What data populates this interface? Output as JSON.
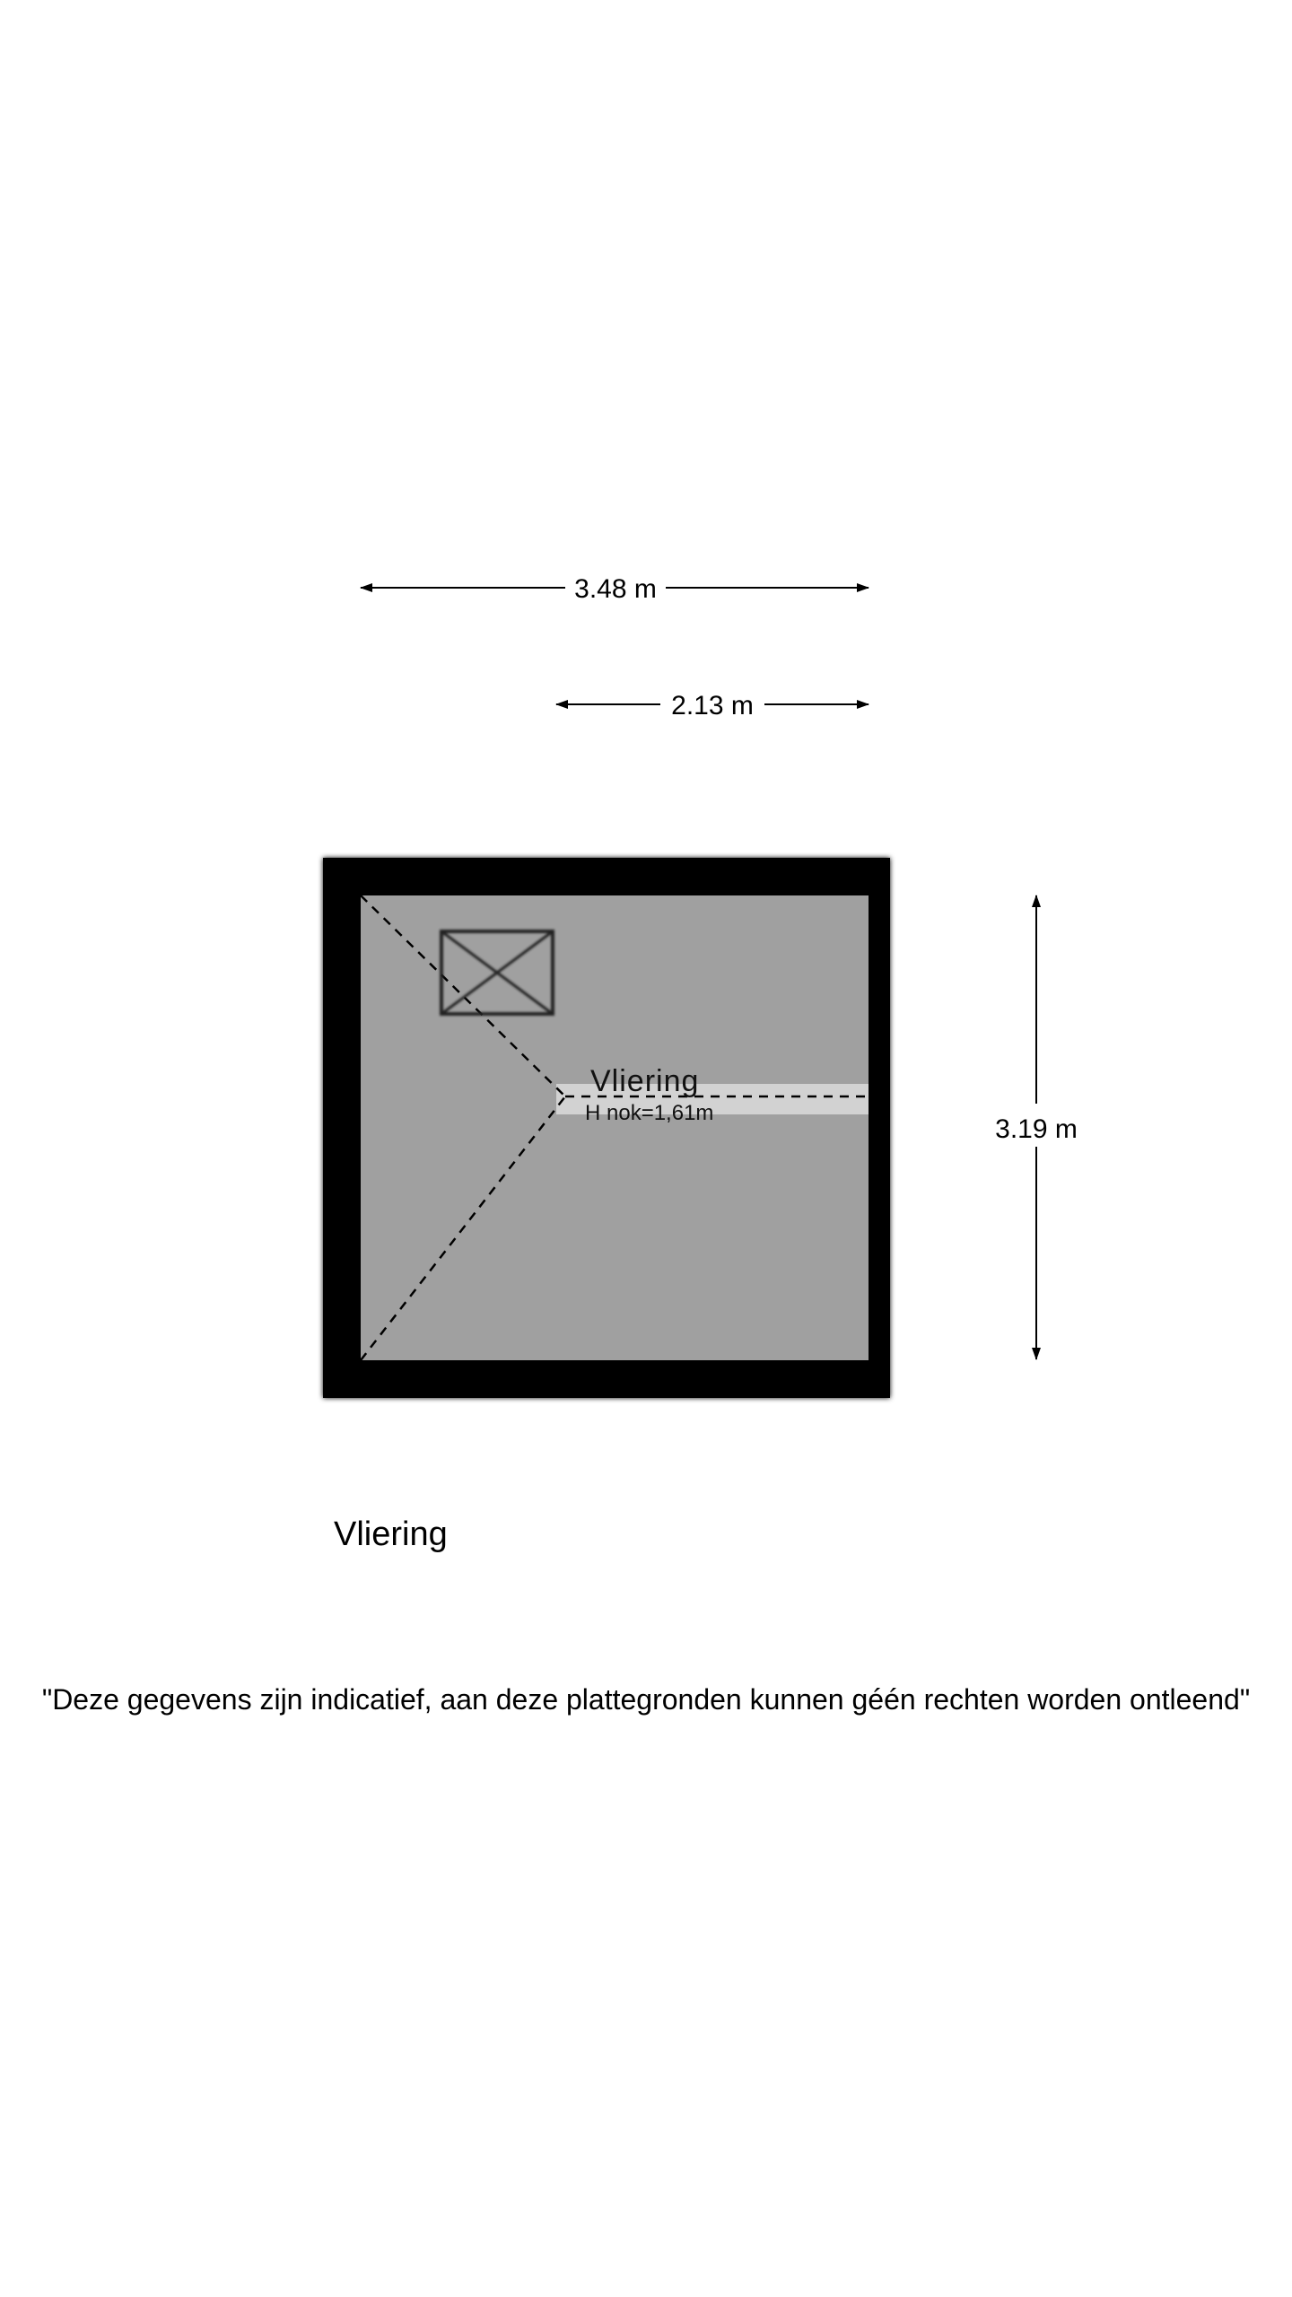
{
  "dimensions": {
    "top_width": "3.48 m",
    "inner_width": "2.13 m",
    "height": "3.19 m"
  },
  "room": {
    "name": "Vliering",
    "ridge_height": "H nok=1,61m"
  },
  "floor_title": "Vliering",
  "disclaimer": "\"Deze gegevens zijn indicatief, aan deze plattegronden kunnen géén rechten worden ontleend\"",
  "colors": {
    "wall": "#000000",
    "floor": "#a0a0a0",
    "ridge_band": "#d2d2d2",
    "background": "#ffffff"
  },
  "icons": [
    "roof-hatch-icon"
  ]
}
